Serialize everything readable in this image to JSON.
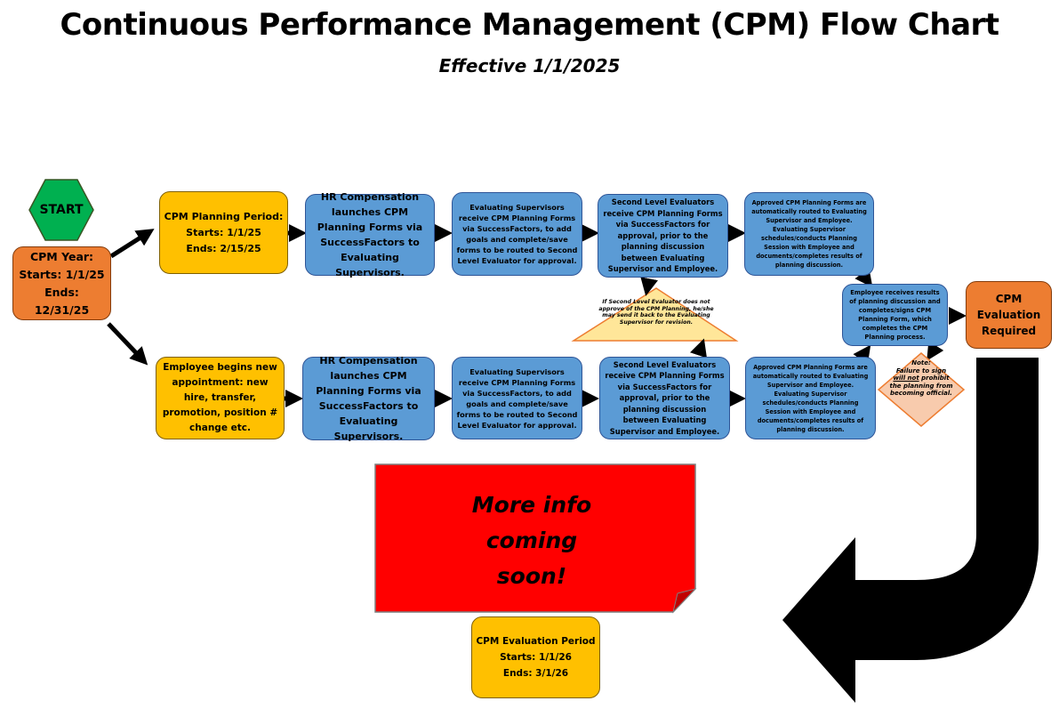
{
  "header": {
    "title": "Continuous Performance Management (CPM) Flow Chart",
    "subtitle": "Effective 1/1/2025"
  },
  "start": {
    "label": "START"
  },
  "cpm_year": {
    "line1": "CPM Year:",
    "line2": "Starts: 1/1/25",
    "line3": "Ends: 12/31/25"
  },
  "top_row": {
    "planning_period": {
      "line1": "CPM Planning Period:",
      "line2": "Starts: 1/1/25",
      "line3": "Ends: 2/15/25"
    },
    "hr_launch": "HR Compensation launches CPM Planning Forms via SuccessFactors to Evaluating Supervisors.",
    "eval_supervisors": "Evaluating Supervisors receive CPM Planning Forms via SuccessFactors, to add goals and complete/save forms to be routed to Second Level Evaluator for approval.",
    "second_level": "Second Level Evaluators receive CPM Planning Forms via SuccessFactors for approval, prior to the planning discussion between Evaluating Supervisor and Employee.",
    "approved": "Approved CPM Planning Forms are automatically routed to Evaluating Supervisor and Employee. Evaluating Supervisor schedules/conducts Planning Session with Employee and documents/completes results of planning discussion."
  },
  "bottom_row": {
    "new_appointment": "Employee begins new appointment: new hire, transfer, promotion, position # change etc.",
    "hr_launch": "HR Compensation launches CPM Planning Forms via SuccessFactors to Evaluating Supervisors.",
    "eval_supervisors": "Evaluating Supervisors receive CPM Planning Forms via SuccessFactors, to add goals and complete/save forms to be routed to Second Level Evaluator for approval.",
    "second_level": "Second Level Evaluators receive CPM Planning Forms via SuccessFactors for approval, prior to the planning discussion between Evaluating Supervisor and Employee.",
    "approved": "Approved CPM Planning Forms are automatically routed to Evaluating Supervisor and Employee. Evaluating Supervisor schedules/conducts Planning Session with Employee and documents/completes results of planning discussion."
  },
  "revision_note": "If Second Level Evaluator does not approve of the CPM Planning, he/she may send it back to the Evaluating Supervisor for revision.",
  "employee_receives": "Employee receives results of planning discussion and completes/signs CPM Planning Form, which completes the CPM Planning process.",
  "failure_note": {
    "prefix": "Note:",
    "line": "Failure to sign",
    "underlined": "will not",
    "rest": "prohibit the planning from becoming official."
  },
  "evaluation_required": "CPM Evaluation Required",
  "more_info": {
    "line1": "More info",
    "line2": "coming",
    "line3": "soon!"
  },
  "evaluation_period": {
    "line1": "CPM Evaluation Period",
    "line2": "Starts: 1/1/26",
    "line3": "Ends: 3/1/26"
  },
  "colors": {
    "blue": "#5b9bd5",
    "yellow": "#ffc000",
    "orange": "#ed7d31",
    "green": "#00b050",
    "red": "#ff0000",
    "note": "#ffd966"
  }
}
